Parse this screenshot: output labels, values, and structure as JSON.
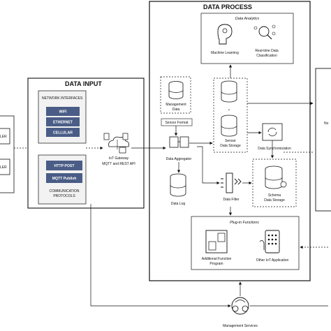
{
  "left_partial": {
    "item_top": "LER",
    "item_bottom": "LER"
  },
  "data_input": {
    "title": "DATA INPUT",
    "network": {
      "title": "NETWORK INTERFACES",
      "items": [
        "WIFI",
        "ETHERNET",
        "CELLULAR"
      ]
    },
    "protocols": {
      "items": [
        "HTTP POST",
        "MQTT Publish"
      ],
      "label_line1": "COMMUNICATION",
      "label_line2": "PROTOCOLS"
    }
  },
  "gateway": {
    "line1": "IoT Gateway",
    "line2": "MQTT and REST API"
  },
  "data_process": {
    "title": "DATA PROCESS",
    "analytics": {
      "title": "Data Analytics",
      "ml": "Machine Learning",
      "rt_line1": "Real-time Data",
      "rt_line2": "Classification"
    },
    "management_data": {
      "line1": "Management",
      "line2": "Data"
    },
    "sensor_format": "Sensor Format",
    "sensor_storage": {
      "line1": "Sensor",
      "line2": "Data Storage"
    },
    "aggregator": "Data Aggregator",
    "data_log": "Data Log",
    "data_filter": "Data Filter",
    "sync": "Data Synchronization",
    "schema": {
      "line1": "Schema",
      "line2": "Data Storage"
    },
    "dots": "•",
    "plugins": {
      "title": "Plug-in Functions",
      "additional_line1": "Additional Function",
      "additional_line2": "Program",
      "other": "Other IoT Application"
    }
  },
  "right_partial": {
    "label": "No"
  },
  "management_services": "Management Services",
  "colors": {
    "button_fill": "#4a5d86",
    "line": "#111111"
  }
}
